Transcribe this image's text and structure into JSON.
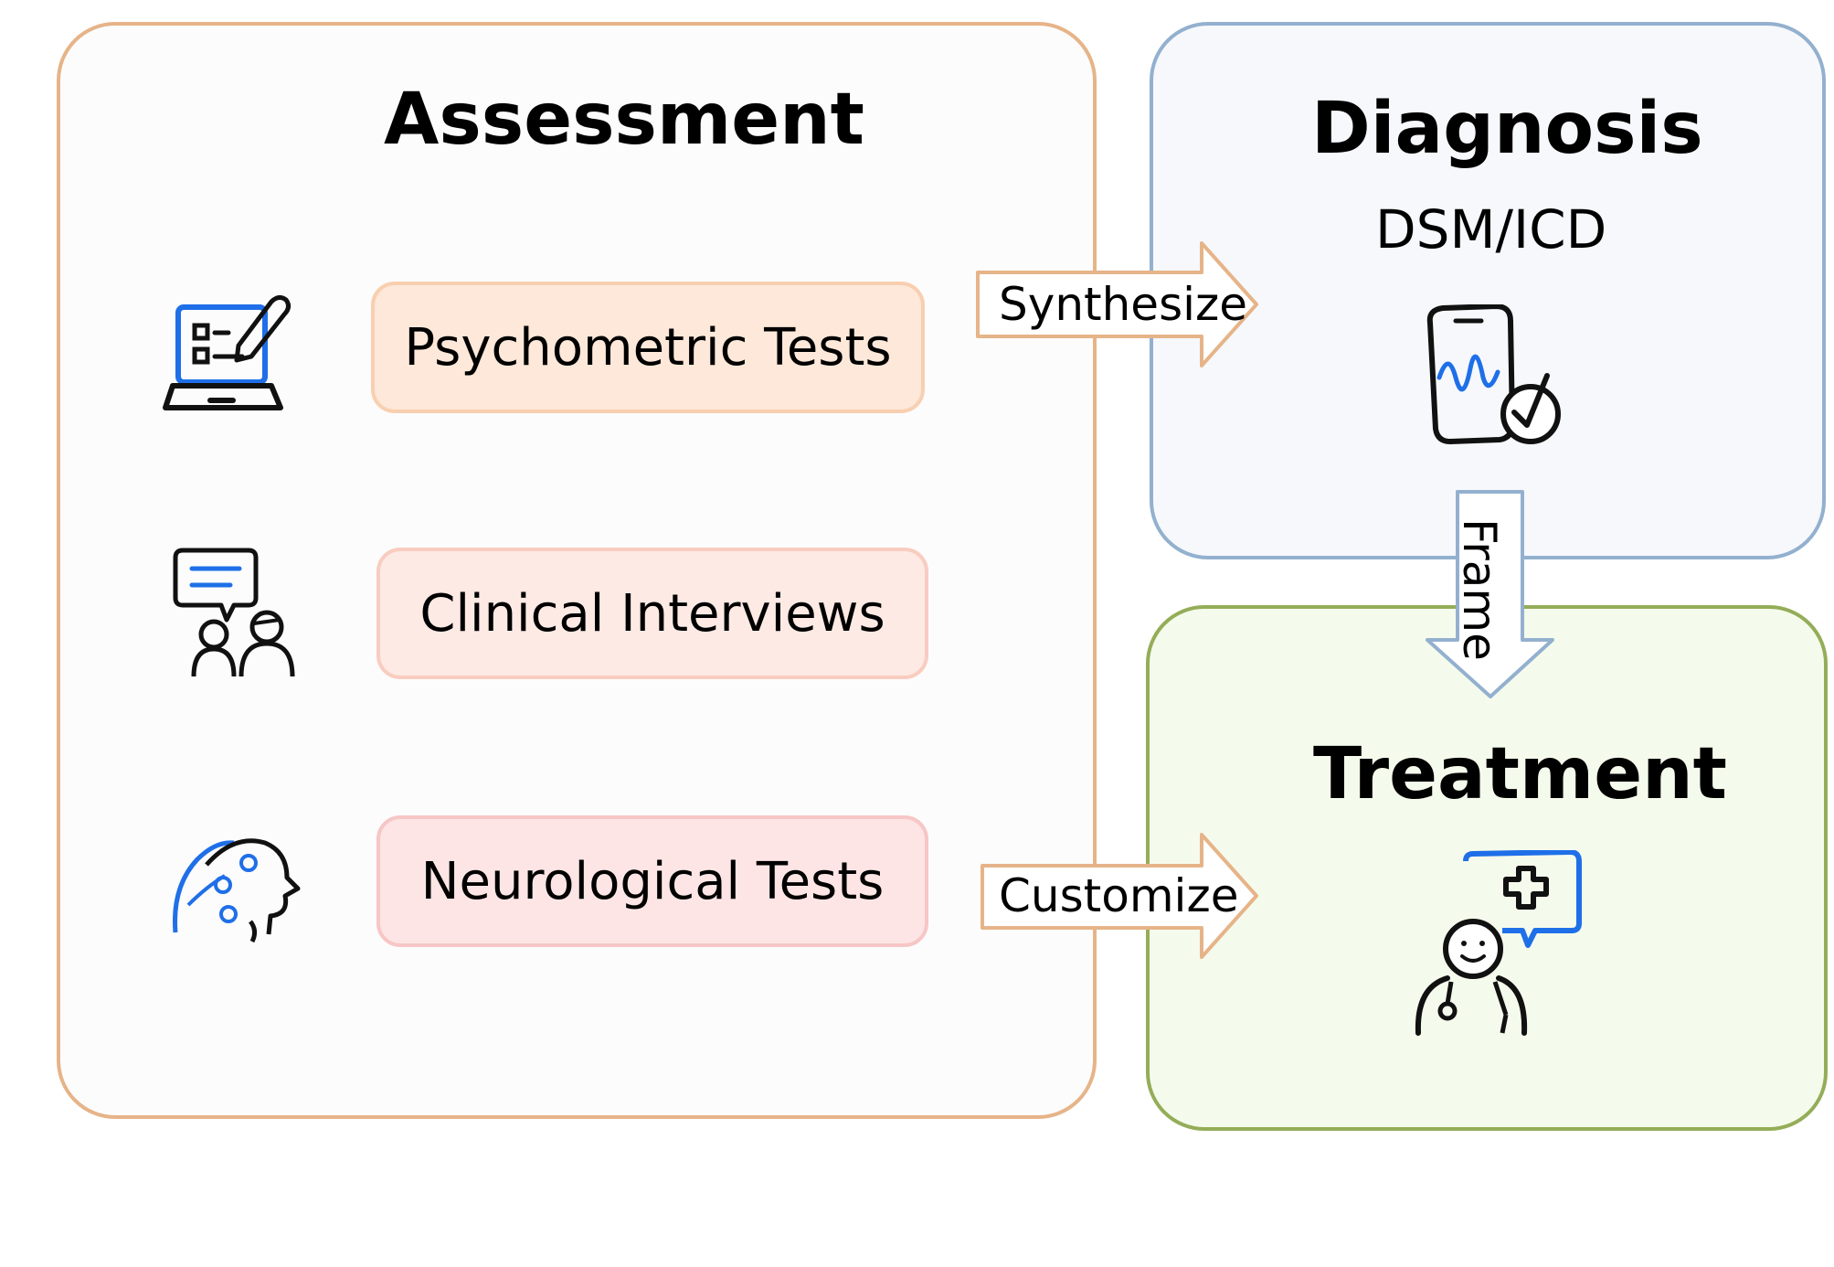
{
  "assessment": {
    "title": "Assessment",
    "items": [
      {
        "label": "Psychometric Tests",
        "icon": "laptop-checklist-icon"
      },
      {
        "label": "Clinical Interviews",
        "icon": "interview-people-icon"
      },
      {
        "label": "Neurological Tests",
        "icon": "brain-head-icon"
      }
    ]
  },
  "diagnosis": {
    "title": "Diagnosis",
    "subtitle": "DSM/ICD",
    "icon": "phone-check-icon"
  },
  "treatment": {
    "title": "Treatment",
    "icon": "doctor-medical-icon"
  },
  "arrows": {
    "synthesize": "Synthesize",
    "frame": "Frame",
    "customize": "Customize"
  },
  "colors": {
    "assessment_border": "#e6b488",
    "diagnosis_border": "#93b0cf",
    "treatment_border": "#94ad58",
    "accent_blue": "#1f6fe8",
    "arrow_orange": "#e6b488",
    "arrow_blue": "#93b0cf"
  }
}
